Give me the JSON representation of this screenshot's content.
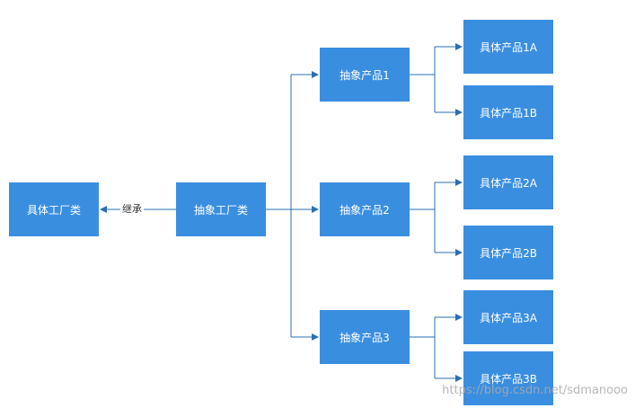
{
  "diagram": {
    "nodes": {
      "concrete_factory": "具体工厂类",
      "abstract_factory": "抽象工厂类",
      "abstract_product_1": "抽象产品1",
      "abstract_product_2": "抽象产品2",
      "abstract_product_3": "抽象产品3",
      "product_1a": "具体产品1A",
      "product_1b": "具体产品1B",
      "product_2a": "具体产品2A",
      "product_2b": "具体产品2B",
      "product_3a": "具体产品3A",
      "product_3b": "具体产品3B"
    },
    "edge_label": "继承",
    "colors": {
      "node_fill": "#3a8ee0",
      "edge": "#2a6fb5",
      "text": "#ffffff"
    }
  },
  "watermark": "https://blog.csdn.net/sdmanooo"
}
